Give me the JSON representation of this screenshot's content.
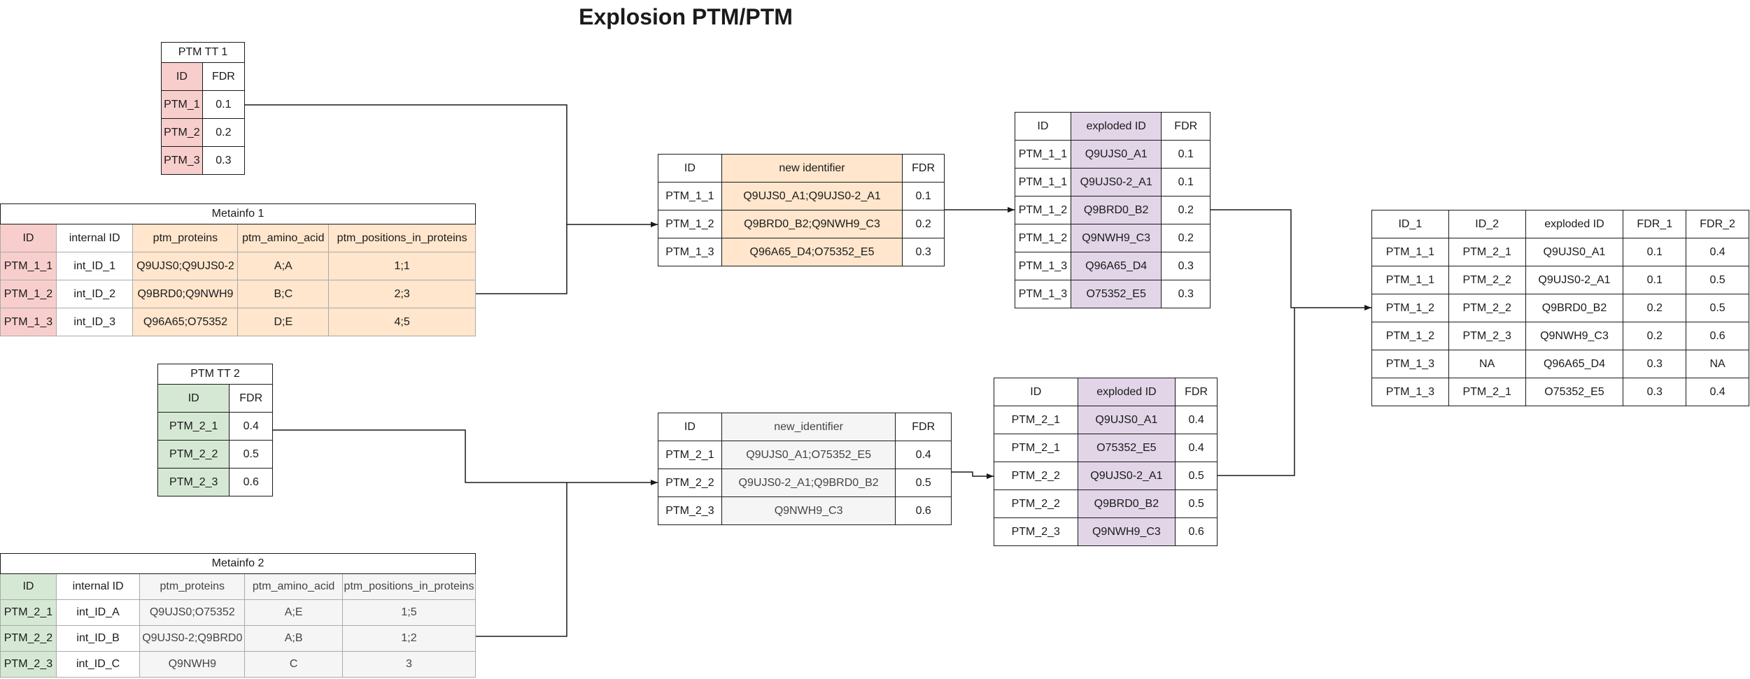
{
  "title": "Explosion PTM/PTM",
  "colors": {
    "tt1_id": "#f8cecc",
    "meta1_proteins": "#ffe6cc",
    "tt2_id": "#d5e8d4",
    "meta2_proteins": "#f5f5f5",
    "exploded_id": "#e1d5e7",
    "line": "#1a1a1a"
  },
  "tables": {
    "tt1": {
      "caption": "PTM TT 1",
      "headers": [
        "ID",
        "FDR"
      ],
      "rows": [
        [
          "PTM_1",
          "0.1"
        ],
        [
          "PTM_2",
          "0.2"
        ],
        [
          "PTM_3",
          "0.3"
        ]
      ]
    },
    "meta1": {
      "caption": "Metainfo 1",
      "headers": [
        "ID",
        "internal ID",
        "ptm_proteins",
        "ptm_amino_acid",
        "ptm_positions_in_proteins"
      ],
      "rows": [
        [
          "PTM_1_1",
          "int_ID_1",
          "Q9UJS0;Q9UJS0-2",
          "A;A",
          "1;1"
        ],
        [
          "PTM_1_2",
          "int_ID_2",
          "Q9BRD0;Q9NWH9",
          "B;C",
          "2;3"
        ],
        [
          "PTM_1_3",
          "int_ID_3",
          "Q96A65;O75352",
          "D;E",
          "4;5"
        ]
      ]
    },
    "tt2": {
      "caption": "PTM TT 2",
      "headers": [
        "ID",
        "FDR"
      ],
      "rows": [
        [
          "PTM_2_1",
          "0.4"
        ],
        [
          "PTM_2_2",
          "0.5"
        ],
        [
          "PTM_2_3",
          "0.6"
        ]
      ]
    },
    "meta2": {
      "caption": "Metainfo 2",
      "headers": [
        "ID",
        "internal ID",
        "ptm_proteins",
        "ptm_amino_acid",
        "ptm_positions_in_proteins"
      ],
      "rows": [
        [
          "PTM_2_1",
          "int_ID_A",
          "Q9UJS0;O75352",
          "A;E",
          "1;5"
        ],
        [
          "PTM_2_2",
          "int_ID_B",
          "Q9UJS0-2;Q9BRD0",
          "A;B",
          "1;2"
        ],
        [
          "PTM_2_3",
          "int_ID_C",
          "Q9NWH9",
          "C",
          "3"
        ]
      ]
    },
    "new1": {
      "headers": [
        "ID",
        "new identifier",
        "FDR"
      ],
      "rows": [
        [
          "PTM_1_1",
          "Q9UJS0_A1;Q9UJS0-2_A1",
          "0.1"
        ],
        [
          "PTM_1_2",
          "Q9BRD0_B2;Q9NWH9_C3",
          "0.2"
        ],
        [
          "PTM_1_3",
          "Q96A65_D4;O75352_E5",
          "0.3"
        ]
      ]
    },
    "new2": {
      "headers": [
        "ID",
        "new_identifier",
        "FDR"
      ],
      "rows": [
        [
          "PTM_2_1",
          "Q9UJS0_A1;O75352_E5",
          "0.4"
        ],
        [
          "PTM_2_2",
          "Q9UJS0-2_A1;Q9BRD0_B2",
          "0.5"
        ],
        [
          "PTM_2_3",
          "Q9NWH9_C3",
          "0.6"
        ]
      ]
    },
    "exp1": {
      "headers": [
        "ID",
        "exploded ID",
        "FDR"
      ],
      "rows": [
        [
          "PTM_1_1",
          "Q9UJS0_A1",
          "0.1"
        ],
        [
          "PTM_1_1",
          "Q9UJS0-2_A1",
          "0.1"
        ],
        [
          "PTM_1_2",
          "Q9BRD0_B2",
          "0.2"
        ],
        [
          "PTM_1_2",
          "Q9NWH9_C3",
          "0.2"
        ],
        [
          "PTM_1_3",
          "Q96A65_D4",
          "0.3"
        ],
        [
          "PTM_1_3",
          "O75352_E5",
          "0.3"
        ]
      ]
    },
    "exp2": {
      "headers": [
        "ID",
        "exploded ID",
        "FDR"
      ],
      "rows": [
        [
          "PTM_2_1",
          "Q9UJS0_A1",
          "0.4"
        ],
        [
          "PTM_2_1",
          "O75352_E5",
          "0.4"
        ],
        [
          "PTM_2_2",
          "Q9UJS0-2_A1",
          "0.5"
        ],
        [
          "PTM_2_2",
          "Q9BRD0_B2",
          "0.5"
        ],
        [
          "PTM_2_3",
          "Q9NWH9_C3",
          "0.6"
        ]
      ]
    },
    "final": {
      "headers": [
        "ID_1",
        "ID_2",
        "exploded ID",
        "FDR_1",
        "FDR_2"
      ],
      "rows": [
        [
          "PTM_1_1",
          "PTM_2_1",
          "Q9UJS0_A1",
          "0.1",
          "0.4"
        ],
        [
          "PTM_1_1",
          "PTM_2_2",
          "Q9UJS0-2_A1",
          "0.1",
          "0.5"
        ],
        [
          "PTM_1_2",
          "PTM_2_2",
          "Q9BRD0_B2",
          "0.2",
          "0.5"
        ],
        [
          "PTM_1_2",
          "PTM_2_3",
          "Q9NWH9_C3",
          "0.2",
          "0.6"
        ],
        [
          "PTM_1_3",
          "NA",
          "Q96A65_D4",
          "0.3",
          "NA"
        ],
        [
          "PTM_1_3",
          "PTM_2_1",
          "O75352_E5",
          "0.3",
          "0.4"
        ]
      ]
    }
  }
}
